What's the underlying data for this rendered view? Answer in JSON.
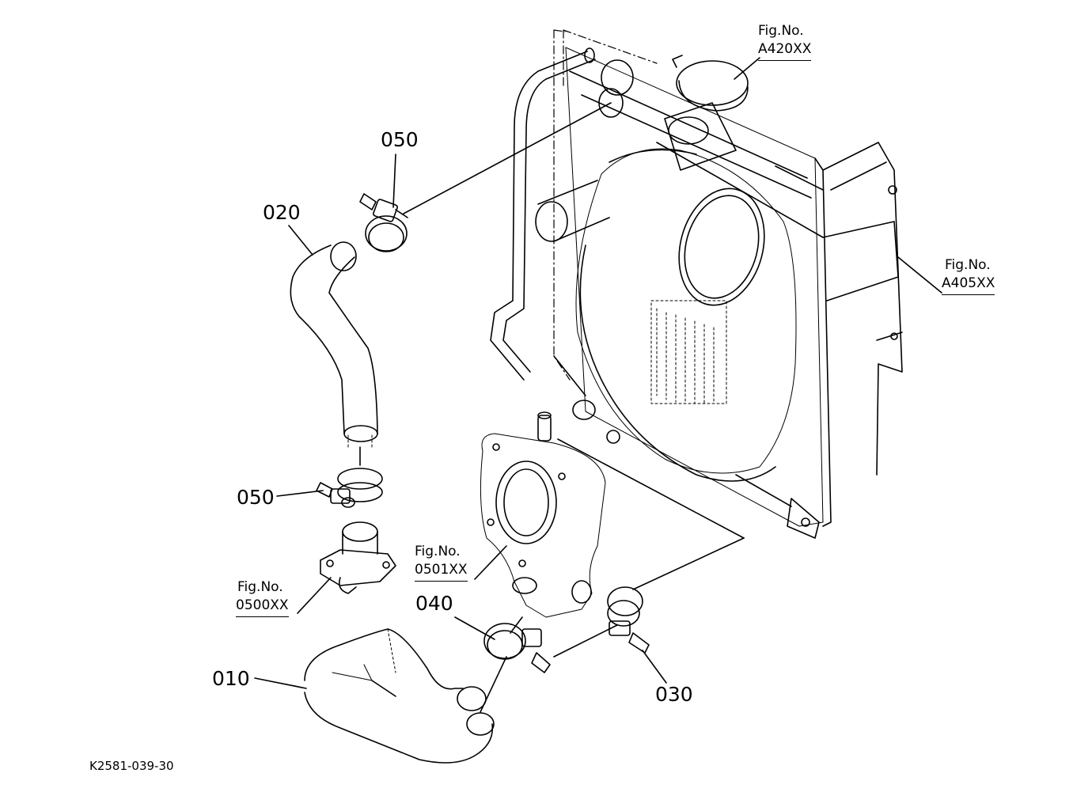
{
  "diagram": {
    "parts": [
      {
        "id": "050-top",
        "number": "050"
      },
      {
        "id": "020",
        "number": "020"
      },
      {
        "id": "050-mid",
        "number": "050"
      },
      {
        "id": "040",
        "number": "040"
      },
      {
        "id": "010",
        "number": "010"
      },
      {
        "id": "030",
        "number": "030"
      }
    ],
    "figure_refs": [
      {
        "id": "a420",
        "label": "Fig.No.",
        "code": "A420XX"
      },
      {
        "id": "a405",
        "label": "Fig.No.",
        "code": "A405XX"
      },
      {
        "id": "0501",
        "label": "Fig.No.",
        "code": "0501XX"
      },
      {
        "id": "0500",
        "label": "Fig.No.",
        "code": "0500XX"
      }
    ],
    "drawing_code": "K2581-039-30",
    "line_color": "#000000",
    "background_color": "#ffffff"
  }
}
